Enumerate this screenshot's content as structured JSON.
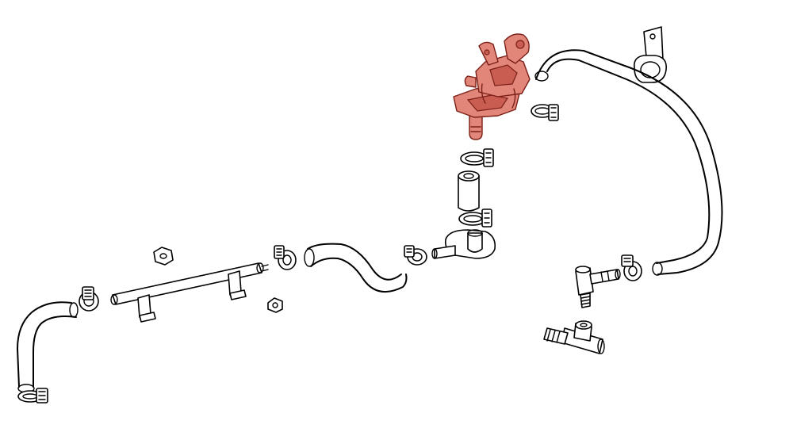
{
  "highlight_color": "#e3867a",
  "line_color": "#000000",
  "background": "#ffffff",
  "parts": [
    {
      "name": "fuel-valve-assembly",
      "highlighted": true
    },
    {
      "name": "support-bracket-clamp",
      "highlighted": false
    },
    {
      "name": "long-curved-hose",
      "highlighted": false
    },
    {
      "name": "upper-hose-clamp",
      "highlighted": false
    },
    {
      "name": "vertical-hose-section",
      "highlighted": false
    },
    {
      "name": "elbow-connector",
      "highlighted": false
    },
    {
      "name": "middle-s-hose",
      "highlighted": false
    },
    {
      "name": "metal-fuel-pipe",
      "highlighted": false
    },
    {
      "name": "left-l-hose",
      "highlighted": false
    },
    {
      "name": "right-angle-nipple",
      "highlighted": false
    },
    {
      "name": "tee-fitting",
      "highlighted": false
    },
    {
      "name": "nut",
      "highlighted": false
    },
    {
      "name": "washer",
      "highlighted": false
    }
  ]
}
